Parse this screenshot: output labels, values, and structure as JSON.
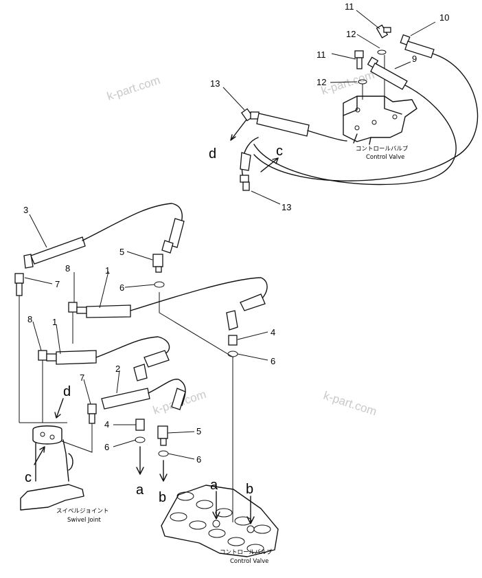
{
  "watermark": "k-part.com",
  "callouts": {
    "c1a": "1",
    "c1b": "1",
    "c2": "2",
    "c3": "3",
    "c4a": "4",
    "c4b": "4",
    "c5a": "5",
    "c5b": "5",
    "c6a": "6",
    "c6b": "6",
    "c6c": "6",
    "c6d": "6",
    "c7a": "7",
    "c7b": "7",
    "c8a": "8",
    "c8b": "8",
    "c9": "9",
    "c10": "10",
    "c11a": "11",
    "c11b": "11",
    "c12a": "12",
    "c12b": "12",
    "c13a": "13",
    "c13b": "13"
  },
  "letters": {
    "a1": "a",
    "a2": "a",
    "b1": "b",
    "b2": "b",
    "c1": "c",
    "c2": "c",
    "d1": "d",
    "d2": "d"
  },
  "labels": {
    "control_valve_top_jp": "コントロールバルブ",
    "control_valve_top_en": "Control Valve",
    "swivel_jp": "スイベルジョイント",
    "swivel_en": "Swivel Joint",
    "control_valve_bottom_jp": "コントロールバルブ",
    "control_valve_bottom_en": "Control Valve"
  }
}
